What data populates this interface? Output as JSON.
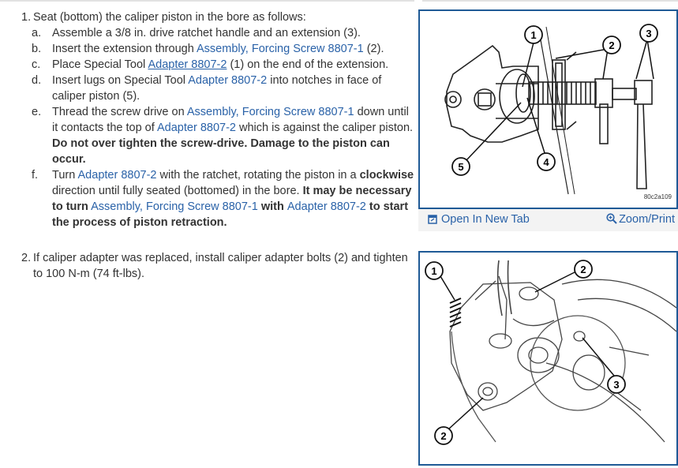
{
  "step1": {
    "number": "1.",
    "text": "Seat (bottom) the caliper piston in the bore as follows:",
    "a": {
      "letter": "a.",
      "text": "Assemble a 3/8 in. drive ratchet handle and an extension (3)."
    },
    "b": {
      "letter": "b.",
      "pre": "Insert the extension through ",
      "link": "Assembly, Forcing Screw 8807-1",
      "post": " (2)."
    },
    "c": {
      "letter": "c.",
      "pre": "Place Special Tool ",
      "link": "Adapter 8807-2",
      "post": " (1) on the end of the extension."
    },
    "d": {
      "letter": "d.",
      "pre": "Insert lugs on Special Tool ",
      "link": "Adapter 8807-2",
      "post": " into notches in face of caliper piston (5)."
    },
    "e": {
      "letter": "e.",
      "pre": "Thread the screw drive on ",
      "link1": "Assembly, Forcing Screw 8807-1",
      "mid": " down until it contacts the top of ",
      "link2": "Adapter 8807-2",
      "mid2": " which is against the caliper piston. ",
      "bold": "Do not over tighten the screw-drive. Damage to the piston can occur."
    },
    "f": {
      "letter": "f.",
      "pre": "Turn ",
      "link1": "Adapter 8807-2",
      "mid": " with the ratchet, rotating the piston in a ",
      "bold1": "clockwise",
      "mid2": " direction until fully seated (bottomed) in the bore. ",
      "bold2": "It may be necessary to turn",
      "space": " ",
      "link2": "Assembly, Forcing Screw 8807-1",
      "bold3": " with ",
      "link3": "Adapter 8807-2",
      "bold4": " to start the process of piston retraction."
    }
  },
  "step2": {
    "number": "2.",
    "text": "If caliper adapter was replaced, install caliper adapter bolts (2) and tighten to 100 N-m (74 ft-lbs)."
  },
  "figure1": {
    "callouts": [
      "1",
      "2",
      "3",
      "4",
      "5"
    ],
    "code": "80c2a109",
    "open_label": "Open In New Tab",
    "zoom_label": "Zoom/Print",
    "open_icon": "external-window-icon",
    "zoom_icon": "magnifier-icon"
  },
  "figure2": {
    "callouts": [
      "1",
      "2",
      "2",
      "3"
    ]
  },
  "colors": {
    "link": "#2a62a8",
    "figure_border": "#1f5a96",
    "text": "#333333"
  }
}
